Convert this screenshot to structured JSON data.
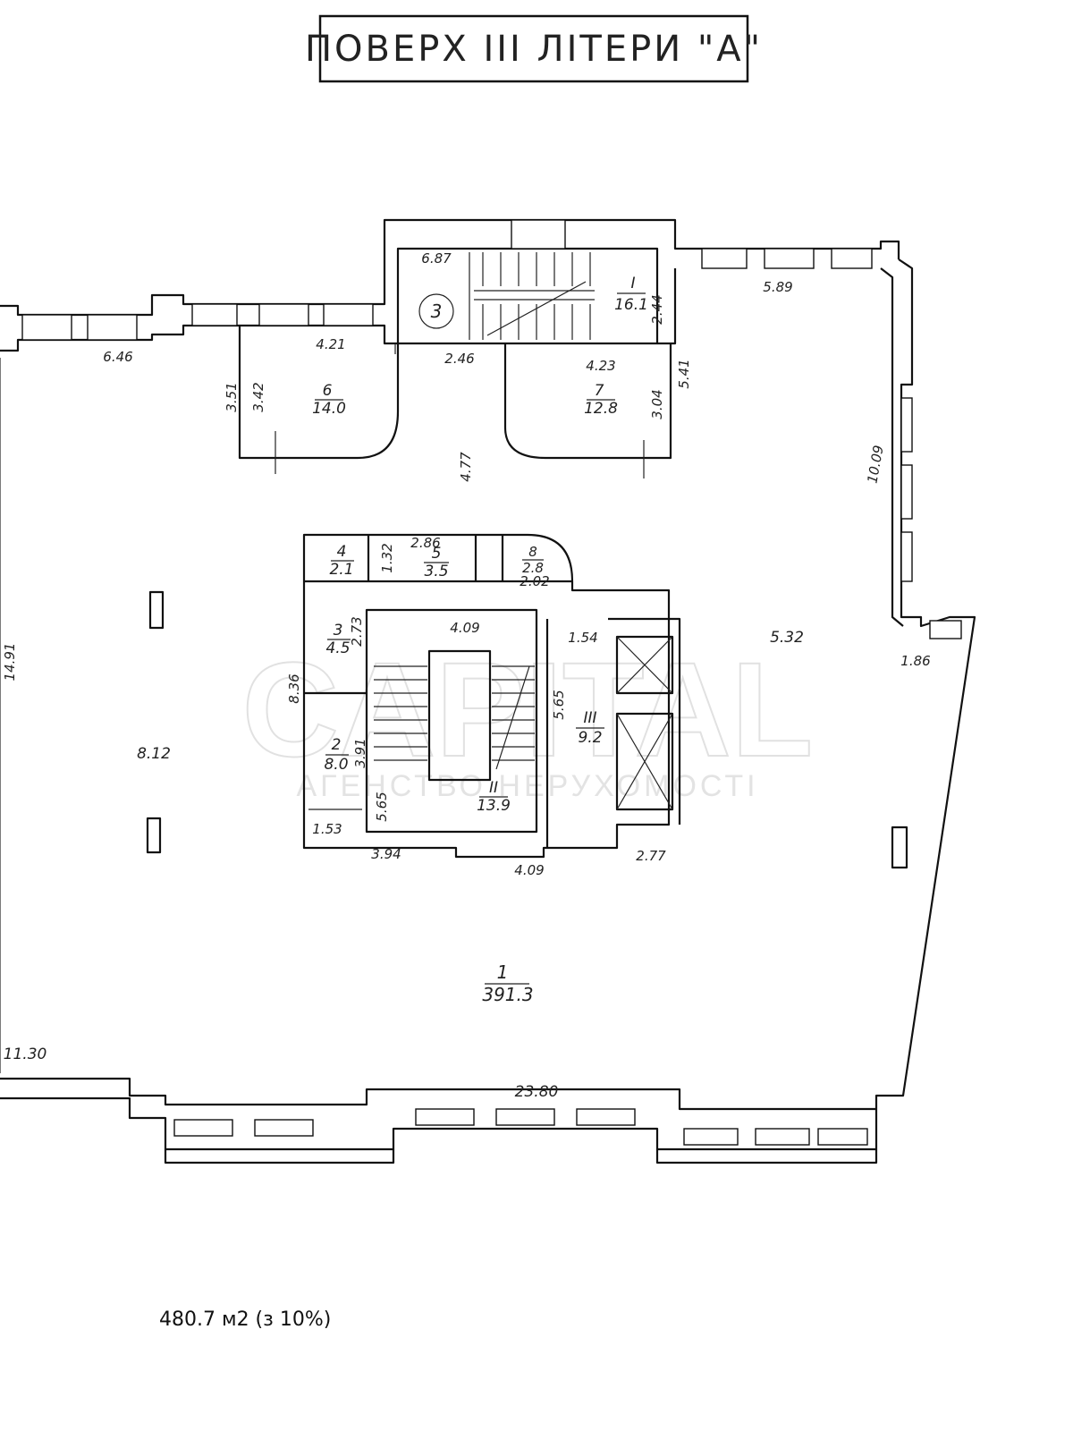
{
  "plan": {
    "title": "ПОВЕРХ III ЛІТЕРИ \"А\"",
    "watermark": "CAPITAL",
    "watermark_sub": "АГЕНСТВО НЕРУХОМОСТІ",
    "total_area_note": "480.7 м2 (з 10%)",
    "rooms": [
      {
        "number": "1",
        "area": "391.3"
      },
      {
        "number": "2",
        "area": "8.0"
      },
      {
        "number": "3",
        "area": "4.5"
      },
      {
        "number": "4",
        "area": "2.1"
      },
      {
        "number": "5",
        "area": "3.5"
      },
      {
        "number": "6",
        "area": "14.0"
      },
      {
        "number": "7",
        "area": "12.8"
      },
      {
        "number": "8",
        "area": "2.8"
      },
      {
        "number": "I",
        "area": "16.1"
      },
      {
        "number": "II",
        "area": "13.9"
      },
      {
        "number": "III",
        "area": "9.2"
      }
    ],
    "stair_marker": "3",
    "dimensions": {
      "d_687": "6.87",
      "d_244": "2.44",
      "d_589": "5.89",
      "d_646": "6.46",
      "d_421": "4.21",
      "d_246": "2.46",
      "d_423": "4.23",
      "d_351": "3.51",
      "d_342": "3.42",
      "d_304": "3.04",
      "d_541": "5.41",
      "d_477": "4.77",
      "d_1009": "10.09",
      "d_132": "1.32",
      "d_286": "2.86",
      "d_202": "2.02",
      "d_273": "2.73",
      "d_409a": "4.09",
      "d_154": "1.54",
      "d_532": "5.32",
      "d_186": "1.86",
      "d_1491": "14.91",
      "d_836": "8.36",
      "d_391": "3.91",
      "d_565a": "5.65",
      "d_565b": "5.65",
      "d_812": "8.12",
      "d_153": "1.53",
      "d_394": "3.94",
      "d_409b": "4.09",
      "d_277": "2.77",
      "d_1130": "11.30",
      "d_2380": "23.80"
    }
  }
}
